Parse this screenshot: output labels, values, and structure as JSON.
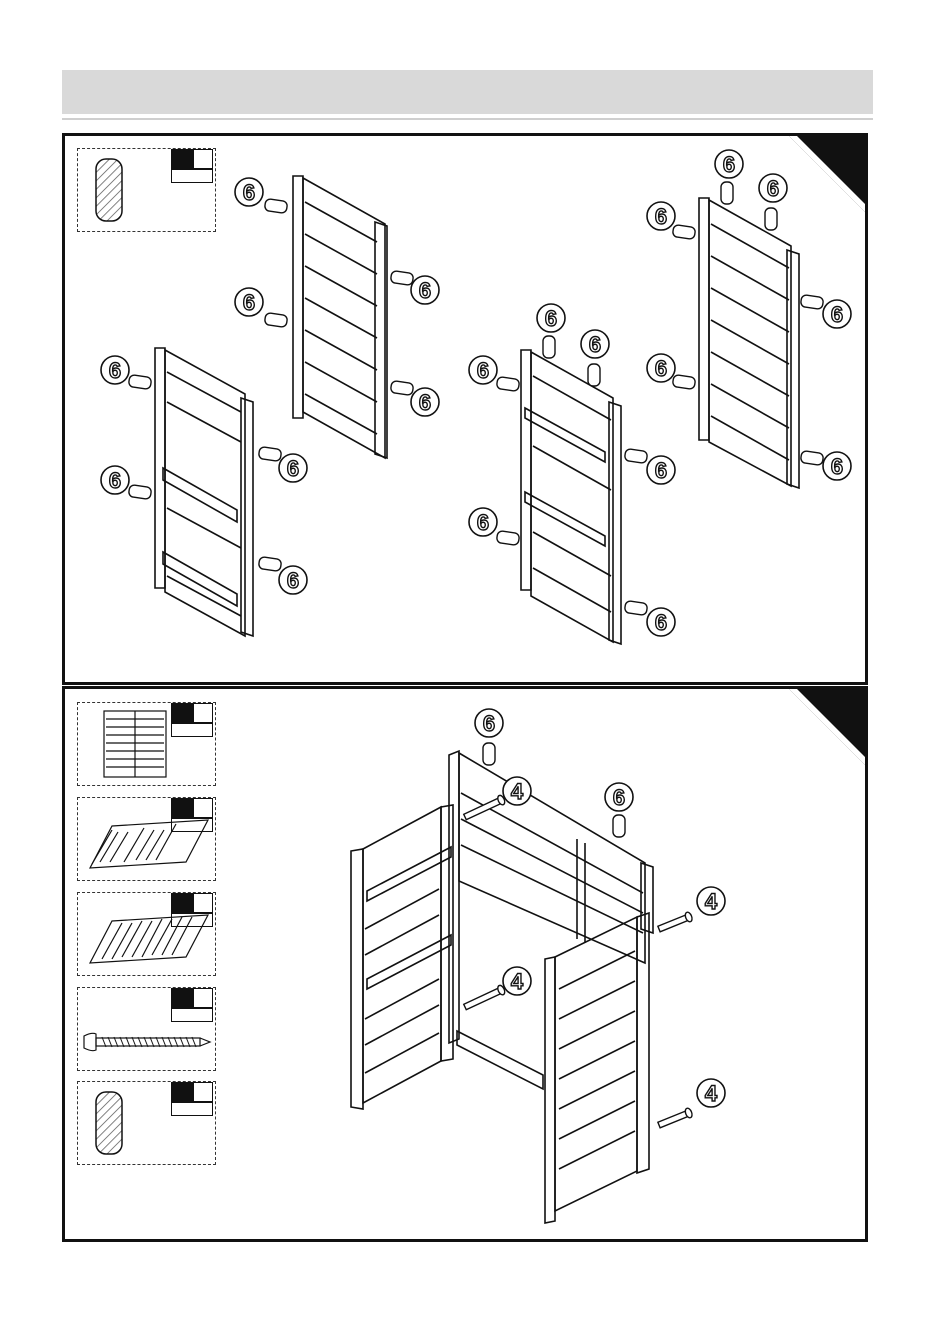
{
  "header": {
    "title": ""
  },
  "steps": [
    {
      "panel": "upper",
      "callouts": [
        "6",
        "6",
        "6",
        "6",
        "6",
        "6",
        "6",
        "6",
        "6",
        "6",
        "6",
        "6",
        "6",
        "6",
        "6",
        "6",
        "6",
        "6",
        "6",
        "6"
      ]
    },
    {
      "panel": "lower",
      "callouts": [
        "6",
        "6",
        "4",
        "4",
        "4",
        "4"
      ]
    }
  ],
  "callout_labels": {
    "dowel": "6",
    "screw": "4"
  },
  "colors": {
    "ink": "#111111",
    "header": "#d9d9d9",
    "hatch": "#555555"
  }
}
